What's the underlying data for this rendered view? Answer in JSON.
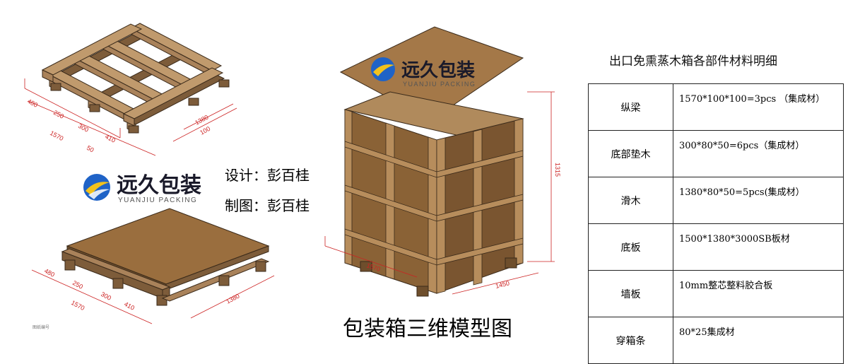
{
  "branding": {
    "logo_text": "远久包装",
    "logo_subtext": "YUANJIU PACKING",
    "colors": {
      "blue": "#1f63c7",
      "yellow": "#f2c21c",
      "wood": "#a9825a"
    }
  },
  "credits": {
    "designer": "设计：彭百桂",
    "drafter": "制图：彭百桂"
  },
  "main_title": "包装箱三维模型图",
  "table": {
    "title": "出口免熏蒸木箱各部件材料明细",
    "rows": [
      {
        "part": "纵梁",
        "spec": "1570*100*100=3pcs （集成材）"
      },
      {
        "part": "底部垫木",
        "spec": "300*80*50=6pcs（集成材）"
      },
      {
        "part": "滑木",
        "spec": "1380*80*50=5pcs(集成材）"
      },
      {
        "part": "底板",
        "spec": "1500*1380*3000SB板材"
      },
      {
        "part": "墙板",
        "spec": "10mm整芯整料胶合板"
      },
      {
        "part": "穿箱条",
        "spec": "80*25集成材"
      }
    ]
  },
  "dimensions": {
    "top_pallet": [
      "480",
      "250",
      "300",
      "410",
      "1570",
      "1380",
      "100",
      "50"
    ],
    "bottom_pallet": [
      "480",
      "250",
      "300",
      "410",
      "1570",
      "1380"
    ],
    "crate": [
      "1570",
      "1450",
      "1315"
    ]
  },
  "tiny_label": "图纸编号"
}
